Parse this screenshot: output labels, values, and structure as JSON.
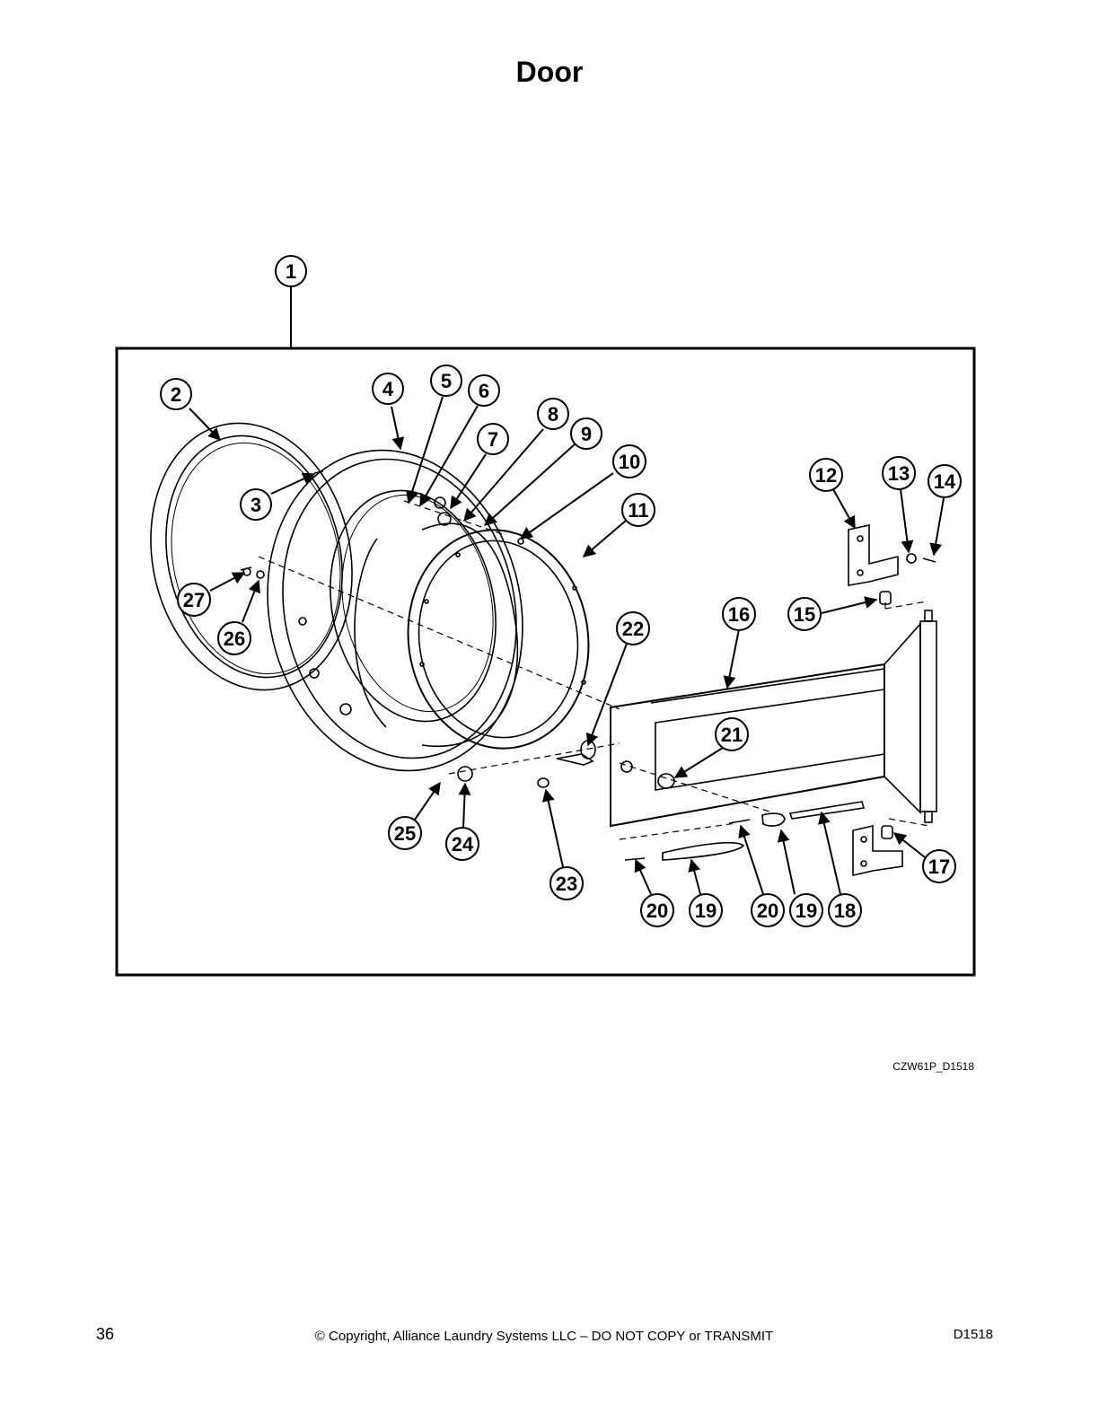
{
  "page": {
    "title": "Door",
    "drawing_code": "CZW61P_D1518",
    "page_number": "36",
    "copyright": "© Copyright, Alliance Laundry Systems LLC – DO NOT COPY or TRANSMIT",
    "doc_id": "D1518"
  },
  "callouts": [
    "1",
    "2",
    "3",
    "4",
    "5",
    "6",
    "7",
    "8",
    "9",
    "10",
    "11",
    "12",
    "13",
    "14",
    "15",
    "16",
    "17",
    "18",
    "19",
    "20",
    "21",
    "22",
    "23",
    "24",
    "25",
    "26",
    "27",
    "19",
    "20"
  ]
}
